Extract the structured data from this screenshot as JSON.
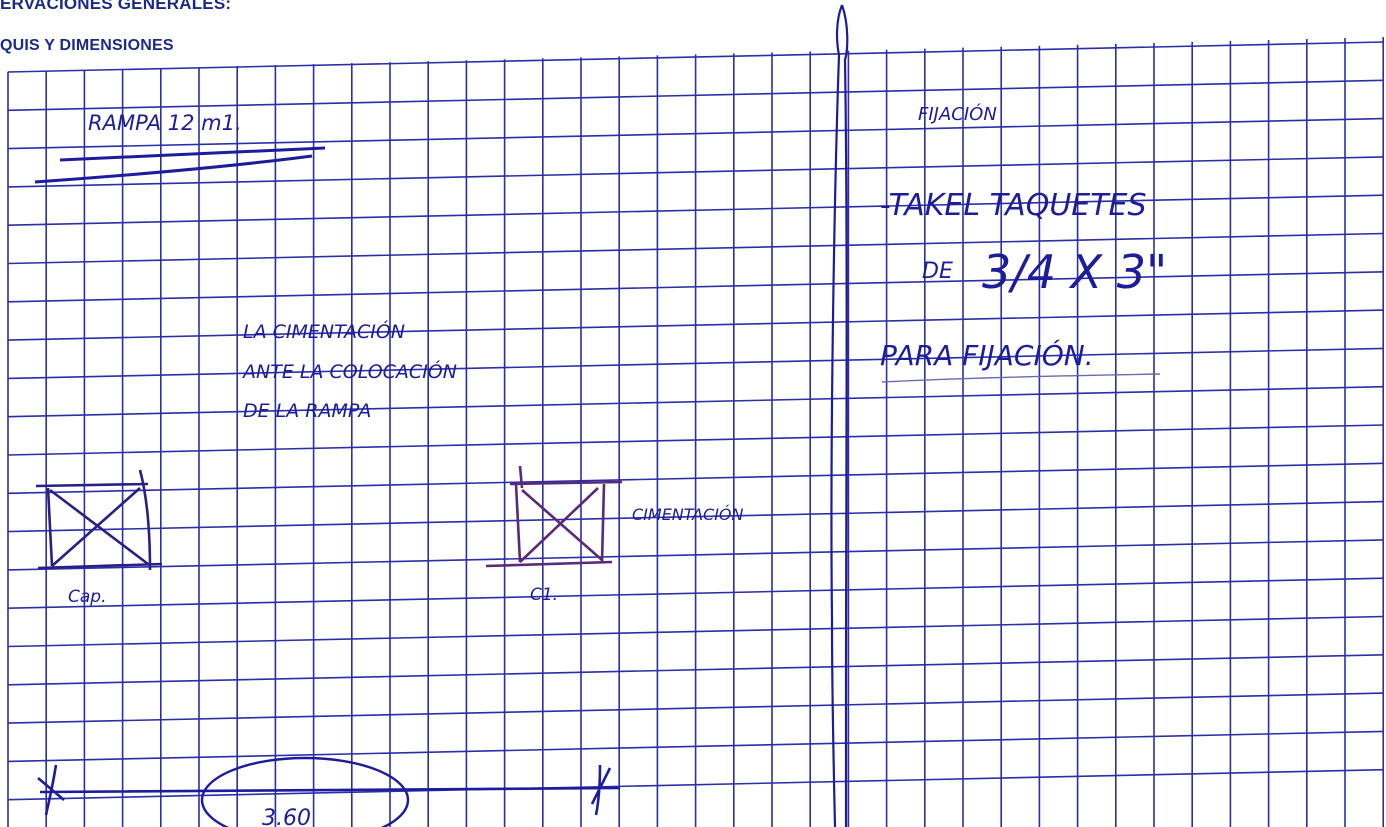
{
  "header": {
    "section_title": "ERVACIONES GENERALES:",
    "subsection_title": "QUIS Y DIMENSIONES"
  },
  "notes_left": {
    "title": "RAMPA 12 m1.",
    "paragraph_line1": "LA CIMENTACIÓN",
    "paragraph_line2": "ANTE LA COLOCACIÓN",
    "paragraph_line3": "DE LA RAMPA",
    "box1_label": "Cap.",
    "box2_label": "C1.",
    "box2_side_label": "CIMENTACIÓN",
    "dimension_value": "3.60"
  },
  "notes_right": {
    "title": "FIJACIÓN",
    "line1": "-TAKEL TAQUETES",
    "line2_prefix": "DE",
    "line2_dims": "3/4 X 3\"",
    "line3": "PARA FIJACIÓN."
  },
  "colors": {
    "grid": "#2a2fa8",
    "ink": "#1c1c9c",
    "header": "#1a2a8a",
    "purple_ink": "#5a2a7a"
  }
}
